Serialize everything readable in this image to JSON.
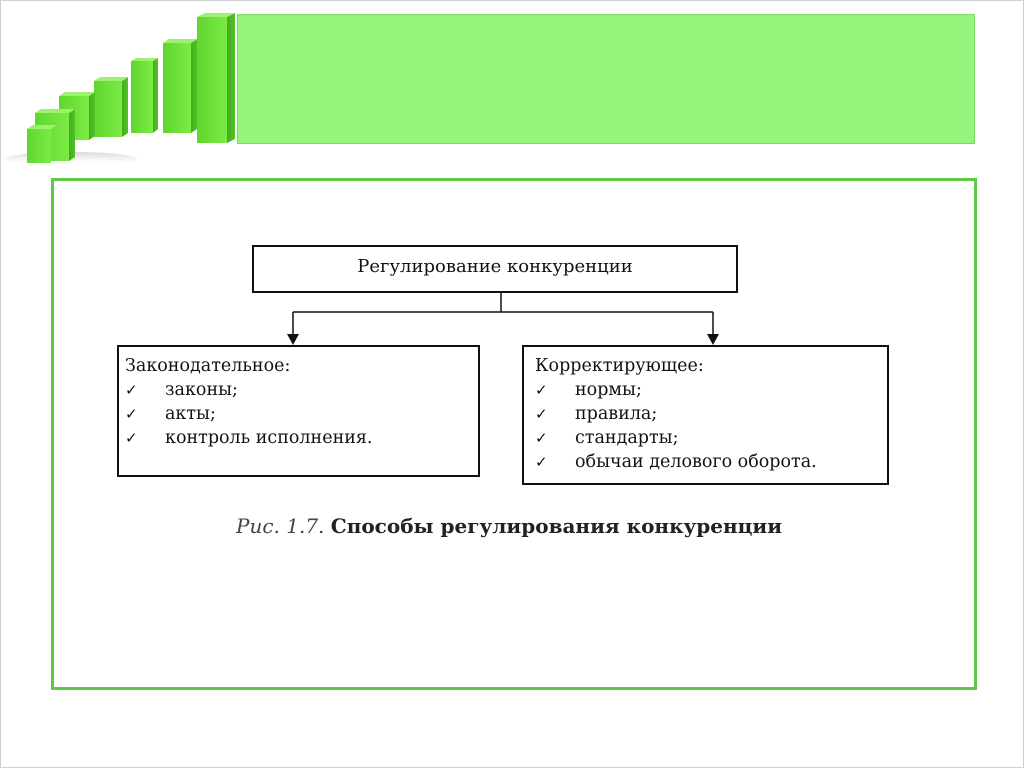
{
  "diagram": {
    "root": "Регулирование конкуренции",
    "left": {
      "heading": "Законодательное:",
      "items": [
        "законы;",
        "акты;",
        "контроль исполнения."
      ]
    },
    "right": {
      "heading": "Корректирующее:",
      "items": [
        "нормы;",
        "правила;",
        "стандарты;",
        "обычаи делового оборота."
      ]
    },
    "check_symbol": "✓"
  },
  "caption": {
    "figure_label": "Рис. 1.7.",
    "title": "Способы регулирования конкуренции"
  },
  "colors": {
    "band": "#94f57d",
    "frame": "#5ccc47",
    "bars": "#6ee33a"
  },
  "decoration": {
    "icon": "bar-chart-3d-icon"
  }
}
